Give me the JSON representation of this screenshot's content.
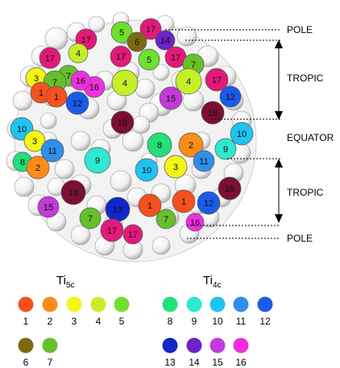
{
  "regions": {
    "pole_top": "POLE",
    "tropic_top": "TROPIC",
    "equator": "EQUATOR",
    "tropic_bottom": "TROPIC",
    "pole_bottom": "POLE"
  },
  "legend": {
    "ti5c": {
      "base": "Ti",
      "sub": "5c",
      "items": [
        {
          "label": "1",
          "color": "#f4511e"
        },
        {
          "label": "2",
          "color": "#fb8c1a"
        },
        {
          "label": "3",
          "color": "#f5f516"
        },
        {
          "label": "4",
          "color": "#c6ef2a"
        },
        {
          "label": "5",
          "color": "#6fe02f"
        },
        {
          "label": "6",
          "color": "#7a6a10"
        },
        {
          "label": "7",
          "color": "#66c02c"
        }
      ]
    },
    "ti4c": {
      "base": "Ti",
      "sub": "4c",
      "items": [
        {
          "label": "8",
          "color": "#23e07a"
        },
        {
          "label": "9",
          "color": "#2ee8cf"
        },
        {
          "label": "10",
          "color": "#1ec3f2"
        },
        {
          "label": "11",
          "color": "#2f8fe9"
        },
        {
          "label": "12",
          "color": "#1b5bea"
        },
        {
          "label": "13",
          "color": "#1027c9"
        },
        {
          "label": "14",
          "color": "#6a24c8"
        },
        {
          "label": "15",
          "color": "#c23ad9"
        },
        {
          "label": "16",
          "color": "#f12ee0"
        }
      ]
    }
  },
  "colors": {
    "1": "#f4511e",
    "2": "#fb8c1a",
    "3": "#f5f516",
    "4": "#c6ef2a",
    "5": "#6fe02f",
    "6": "#7a6a10",
    "7": "#66c02c",
    "8": "#23e07a",
    "9": "#2ee8cf",
    "10": "#1ec3f2",
    "11": "#2f8fe9",
    "12": "#1b5bea",
    "13": "#1027c9",
    "14": "#6a24c8",
    "15": "#c23ad9",
    "16": "#f12ee0",
    "17": "#e3197a",
    "18": "#7b0f34"
  },
  "atoms": [
    "17",
    "5",
    "6",
    "14",
    "17",
    "17",
    "17",
    "4",
    "5",
    "17",
    "7",
    "7",
    "3",
    "7",
    "16",
    "4",
    "4",
    "17",
    "1",
    "1",
    "12",
    "15",
    "12",
    "18",
    "18",
    "16",
    "10",
    "3",
    "11",
    "9",
    "8",
    "2",
    "10",
    "10",
    "3",
    "11",
    "9",
    "8",
    "2",
    "18",
    "18",
    "15",
    "13",
    "1",
    "1",
    "12",
    "17",
    "7",
    "7",
    "16",
    "17"
  ]
}
